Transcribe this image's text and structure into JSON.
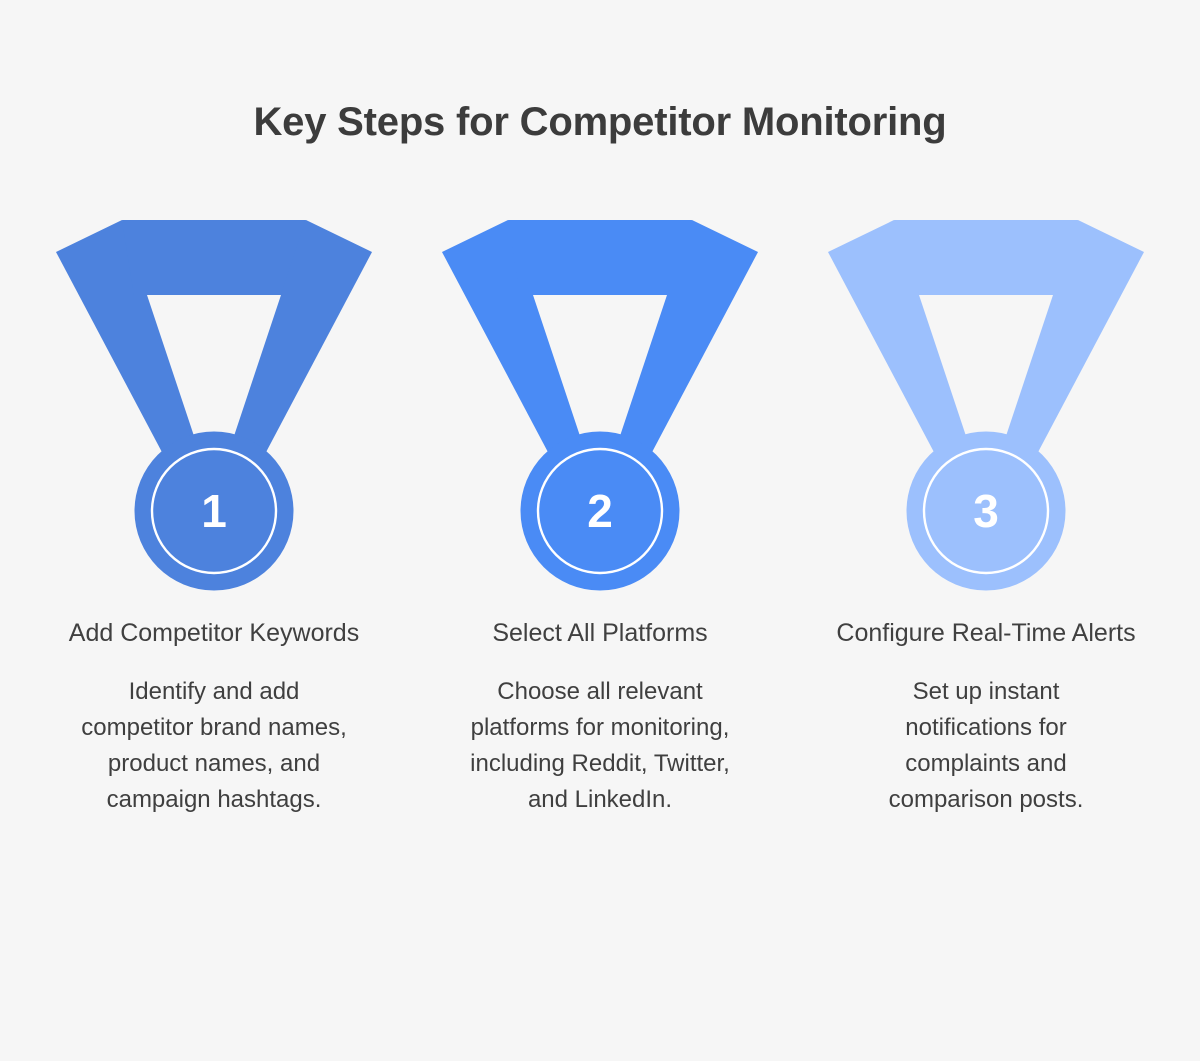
{
  "background_color": "#f6f6f6",
  "title": "Key Steps for Competitor Monitoring",
  "title_color": "#3c3c3c",
  "steps": [
    {
      "number": "1",
      "heading": "Add Competitor Keywords",
      "body": "Identify and add competitor brand names, product names, and campaign hashtags.",
      "color": "#4d82dd",
      "icon": "medal-icon"
    },
    {
      "number": "2",
      "heading": "Select All Platforms",
      "body": "Choose all relevant platforms for monitoring, including Reddit, Twitter, and LinkedIn.",
      "color": "#4a8bf5",
      "icon": "medal-icon"
    },
    {
      "number": "3",
      "heading": "Configure Real-Time Alerts",
      "body": "Set up instant notifications for complaints and comparison posts.",
      "color": "#9cc0fd",
      "icon": "medal-icon"
    }
  ]
}
